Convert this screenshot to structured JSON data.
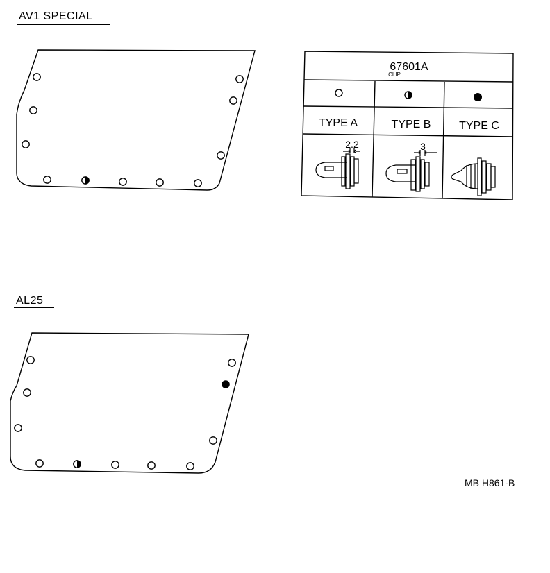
{
  "sections": [
    {
      "title": "AV1 SPECIAL"
    },
    {
      "title": "AL25"
    }
  ],
  "clip_table": {
    "part_number": "67601A",
    "part_name": "CLIP",
    "columns": [
      {
        "symbol": "open-circle-icon",
        "type_label": "TYPE A",
        "dimension": "2.2"
      },
      {
        "symbol": "half-filled-circle-icon",
        "type_label": "TYPE B",
        "dimension": "3"
      },
      {
        "symbol": "filled-circle-icon",
        "type_label": "TYPE C",
        "dimension": ""
      }
    ]
  },
  "drawing_code": "MB H861-B"
}
